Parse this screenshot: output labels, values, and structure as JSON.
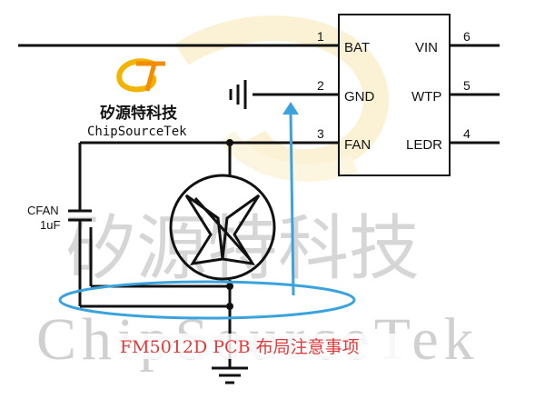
{
  "chip": {
    "left_pins": [
      {
        "num": "1",
        "name": "BAT"
      },
      {
        "num": "2",
        "name": "GND"
      },
      {
        "num": "3",
        "name": "FAN"
      }
    ],
    "right_pins": [
      {
        "num": "6",
        "name": "VIN"
      },
      {
        "num": "5",
        "name": "WTP"
      },
      {
        "num": "4",
        "name": "LEDR"
      }
    ]
  },
  "capacitor": {
    "name": "CFAN",
    "value": "1uF"
  },
  "logo": {
    "cn": "矽源特科技",
    "en": "ChipSourceTek"
  },
  "watermark": {
    "cn": "矽源特科技",
    "en": "ChipSourceTek"
  },
  "caption": "FM5012D PCB 布局注意事项",
  "colors": {
    "highlight": "#3aa3dd",
    "caption": "#e03a3a",
    "logo_gold": "#f2b400",
    "logo_orange": "#f28c00"
  }
}
